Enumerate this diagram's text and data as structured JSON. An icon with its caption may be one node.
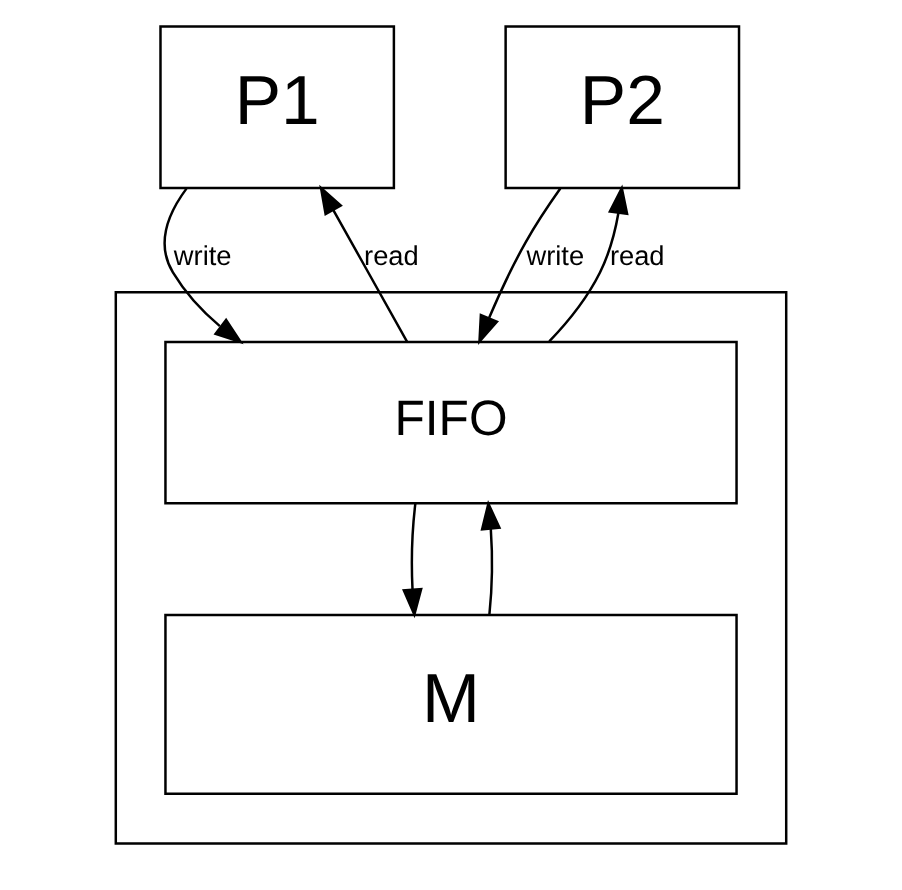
{
  "diagram": {
    "nodes": [
      {
        "text": [
          "P1"
        ]
      },
      {
        "text": [
          "P2"
        ]
      },
      {
        "text": [],
        "shape": "box"
      },
      {
        "text": [
          "FIFO"
        ],
        "in": 2
      },
      {
        "text": [
          "M"
        ],
        "in": 2
      }
    ],
    "edges": [
      {
        "from": 0,
        "to": 3,
        "arrow": "to",
        "label": "write"
      },
      {
        "from": 3,
        "to": 0,
        "arrow": "to",
        "label": "read"
      },
      {
        "from": 1,
        "to": 3,
        "arrow": "to",
        "label": "write"
      },
      {
        "from": 3,
        "to": 1,
        "arrow": "to",
        "label": "read"
      },
      {
        "from": 3,
        "to": 4,
        "arrow": "to"
      },
      {
        "from": 4,
        "to": 3,
        "arrow": "to"
      }
    ]
  }
}
